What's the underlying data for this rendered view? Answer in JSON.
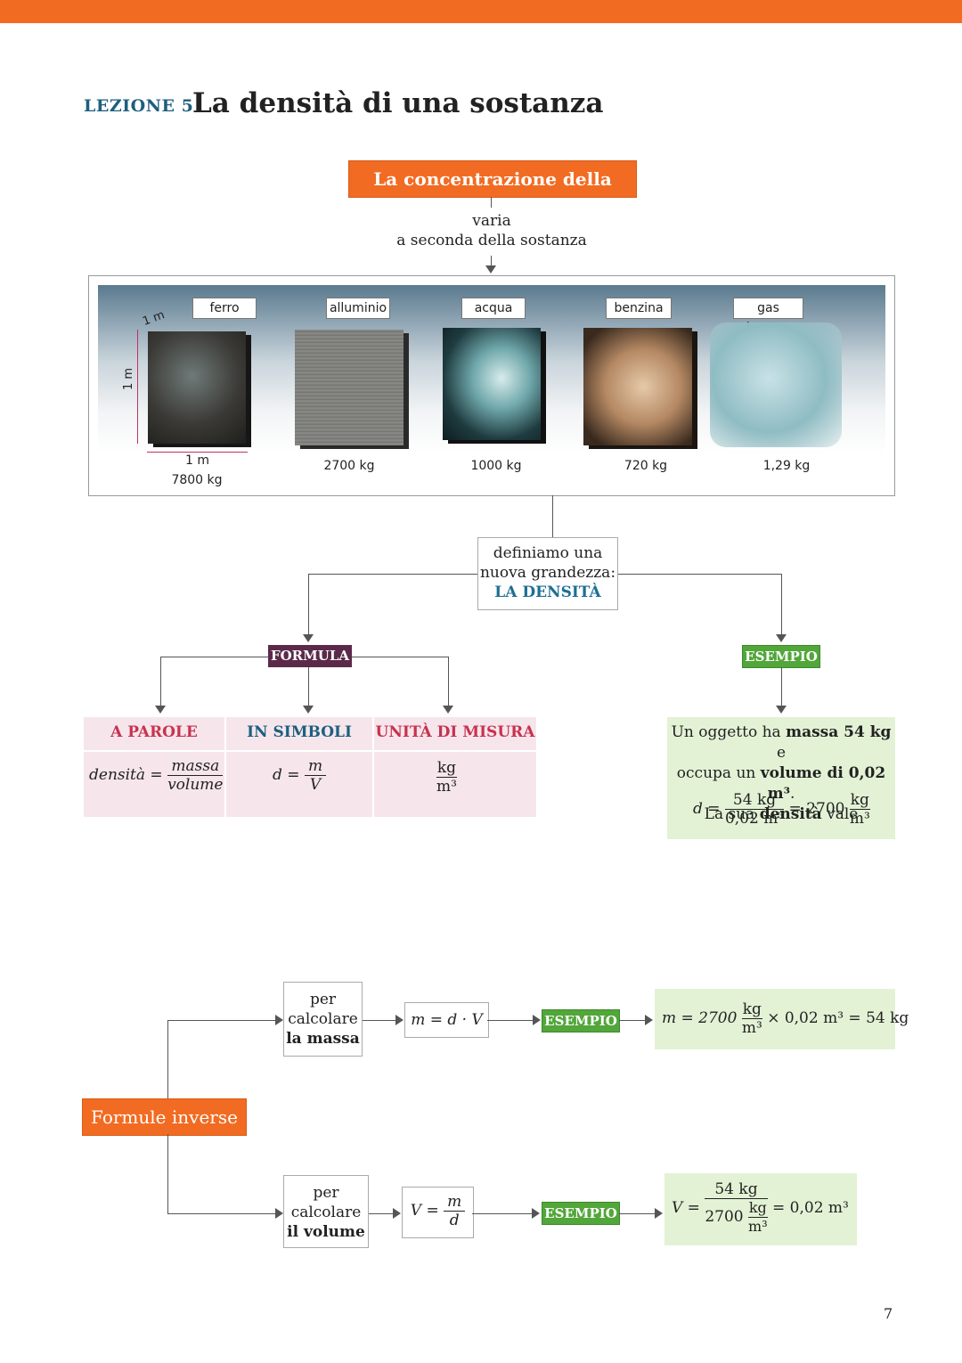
{
  "header": {
    "lesson_label": "LEZIONE 5",
    "title": "La densità di una sostanza"
  },
  "concept": {
    "main": "La concentrazione della massa",
    "varies_line1": "varia",
    "varies_line2": "a seconda della sostanza"
  },
  "substances": [
    {
      "name": "ferro",
      "mass": "7800 kg"
    },
    {
      "name": "alluminio",
      "mass": "2700 kg"
    },
    {
      "name": "acqua",
      "mass": "1000 kg"
    },
    {
      "name": "benzina",
      "mass": "720 kg"
    },
    {
      "name": "gas butano",
      "mass": "1,29 kg"
    }
  ],
  "cube_dims": {
    "top": "1 m",
    "side": "1 m",
    "bottom": "1 m"
  },
  "definition": {
    "line1": "definiamo una",
    "line2": "nuova grandezza:",
    "line3": "LA DENSITÀ"
  },
  "formula": {
    "tag": "FORMULA",
    "col_words": "A PAROLE",
    "col_symbols": "IN SIMBOLI",
    "col_units": "UNITÀ DI MISURA",
    "words_lhs": "densità =",
    "words_num": "massa",
    "words_den": "volume",
    "sym_lhs": "d =",
    "sym_num": "m",
    "sym_den": "V",
    "unit_num": "kg",
    "unit_den": "m³"
  },
  "example_main": {
    "tag": "ESEMPIO",
    "t1": "Un oggetto ha ",
    "b1": "massa 54 kg",
    "t2": " e",
    "t3": "occupa un ",
    "b2": "volume di 0,02 m³",
    "t4": ".",
    "t5": "La sua ",
    "b3": "densità",
    "t6": " vale",
    "calc_lhs": "d =",
    "calc_num": "54 kg",
    "calc_den": "0,02 m³",
    "calc_eq": "= 2700",
    "calc_unit_num": "kg",
    "calc_unit_den": "m³"
  },
  "inverse": {
    "label": "Formule inverse",
    "mass": {
      "l1": "per",
      "l2": "calcolare",
      "l3": "la massa",
      "formula": "m = d · V",
      "tag": "ESEMPIO",
      "ex_lhs": "m = 2700",
      "ex_unit_num": "kg",
      "ex_unit_den": "m³",
      "ex_rest": "× 0,02 m³ = 54 kg"
    },
    "volume": {
      "l1": "per",
      "l2": "calcolare",
      "l3": "il volume",
      "f_lhs": "V =",
      "f_num": "m",
      "f_den": "d",
      "tag": "ESEMPIO",
      "ex_lhs": "V =",
      "ex_num": "54 kg",
      "ex_den_val": "2700",
      "ex_den_unit_num": "kg",
      "ex_den_unit_den": "m³",
      "ex_rest": "= 0,02 m³"
    }
  },
  "page_number": "7",
  "colors": {
    "accent_orange": "#f26b22",
    "lesson_blue": "#1d5f7e",
    "formula_purple": "#5b2a4a",
    "example_green": "#52a63a",
    "header_red": "#c8324f"
  }
}
